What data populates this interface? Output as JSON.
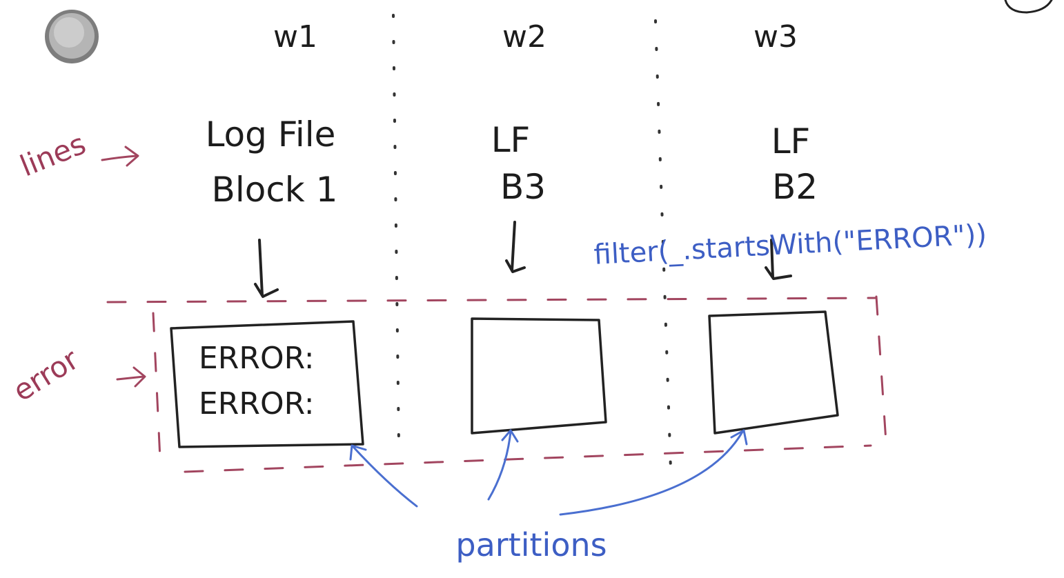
{
  "workers": [
    {
      "id": "w1",
      "label": "w1",
      "block": [
        "Log File",
        "Block 1"
      ]
    },
    {
      "id": "w2",
      "label": "w2",
      "block": [
        "LF",
        "B3"
      ]
    },
    {
      "id": "w3",
      "label": "w3",
      "block": [
        "LF",
        "B2"
      ]
    }
  ],
  "side_labels": {
    "lines": "lines",
    "error": "error"
  },
  "transform_label": "filter(_.startsWith(\"ERROR\"))",
  "partition_contents": {
    "w1": [
      "ERROR:",
      "ERROR:"
    ],
    "w2": [],
    "w3": []
  },
  "partitions_label": "partitions",
  "colors": {
    "black_ink": "#222222",
    "blue_ink": "#4a6fd0",
    "red_ink": "#a2455f",
    "hole_punch": "#8f8f8f"
  }
}
